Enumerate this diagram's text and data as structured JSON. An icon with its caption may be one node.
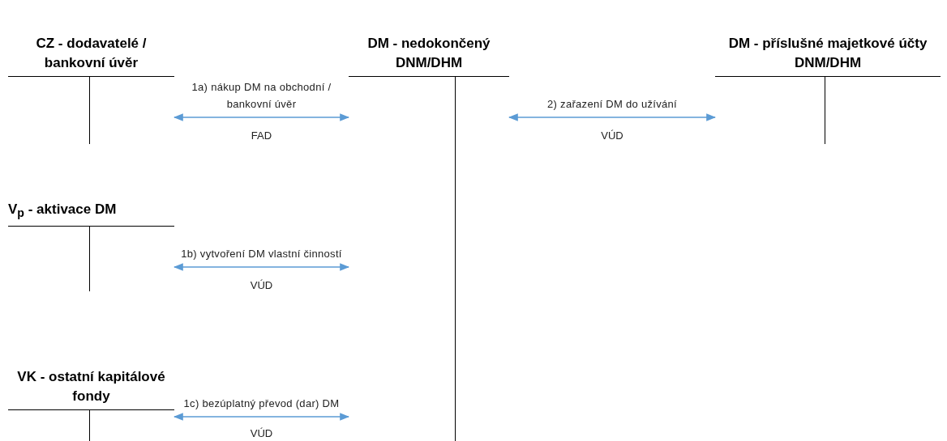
{
  "diagram": {
    "nodes": [
      {
        "text": [
          "CZ - dodavatelé / bankovní úvěr"
        ]
      },
      {
        "text": [
          "DM - nedokončený DNM/DHM"
        ]
      },
      {
        "text": [
          "DM - příslušné majetkové účty DNM/DHM"
        ]
      },
      {
        "text": [
          "V$_{p}$ - aktivace DM"
        ]
      },
      {
        "text": [
          "VK - ostatní kapitálové fondy"
        ]
      }
    ],
    "edges": [
      {
        "from": 0,
        "to": 1,
        "arrow": "both",
        "label": "1a) nákup DM na obchodní / bankovní úvěr"
      },
      {
        "from": 1,
        "to": 2,
        "arrow": "both",
        "label": "2) zařazení DM do užívání"
      },
      {
        "from": 3,
        "to": 1,
        "arrow": "both",
        "label": "1b) vytvoření DM vlastní činností"
      },
      {
        "from": 4,
        "to": 1,
        "arrow": "both",
        "label": "1c) bezúplatný převod (dar) DM"
      }
    ],
    "labels": [
      "FAD",
      "VÚD",
      "VÚD",
      "VÚD"
    ]
  }
}
